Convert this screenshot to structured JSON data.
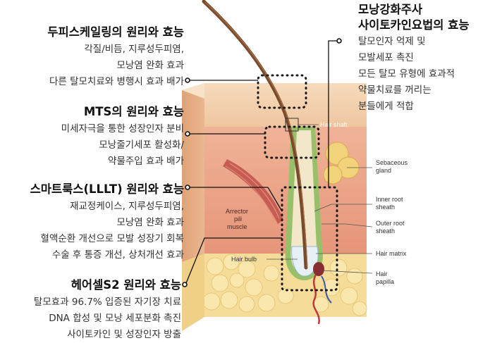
{
  "blocks": {
    "scaling": {
      "title": "두피스케일링의 원리와 효능",
      "lines": [
        "각질/비듬, 지루성두피염,",
        "모낭염 완화 효과",
        "다른 탈모치료와 병행시 효과 배가"
      ]
    },
    "mts": {
      "title": "MTS의 원리와 효능",
      "lines": [
        "미세자극을 통한 성장인자 분비",
        "모낭줄기세포 활성화/",
        "약물주입 효과 배가"
      ]
    },
    "smartrux": {
      "title": "스마트룩스(LLLT) 원리와 효능",
      "lines": [
        "재교정케이스, 지루성두피염,",
        "모낭염 완화 효과",
        "혈액순환 개선으로 모발 성장기 회복",
        "수술 후 통증 개선, 상처개선 효과"
      ]
    },
    "hairsel": {
      "title": "헤어셀S2 원리와 효능",
      "lines": [
        "탈모효과 96.7% 입증된 자기장 치료",
        "DNA 합성 및 모낭 세포분화 촉진",
        "사이토카인 및 성장인자 방출"
      ]
    },
    "injection": {
      "title_line1": "모낭강화주사",
      "title_line2": "사이토카인요법의 효능",
      "lines": [
        "탈모인자 억제 및",
        "모발세포 촉진",
        "모든 탈모 유형에 효과적",
        "약물치료를 꺼리는",
        "분들에게 적합"
      ]
    }
  },
  "anatomy_labels": {
    "hair_shaft": "Hair shaft",
    "sebaceous_gland": [
      "Sebaceous",
      "gland"
    ],
    "inner_root_sheath": [
      "Inner root",
      "sheath"
    ],
    "outer_root_sheath": [
      "Outer root",
      "sheath"
    ],
    "hair_matrix": "Hair matrix",
    "hair_papilla": [
      "Hair",
      "papilla"
    ],
    "arrector_pili": [
      "Arrector",
      "pili",
      "muscle"
    ],
    "hair_bulb": "Hair bulb"
  },
  "colors": {
    "epidermis": "#f3d0ad",
    "dermis": "#eba285",
    "fat": "#f7df9a",
    "hair": "#7a4a2c",
    "outer_sheath": "#98c06a",
    "muscle": "#c75c52",
    "dotted_box": "#1a1a1a"
  }
}
